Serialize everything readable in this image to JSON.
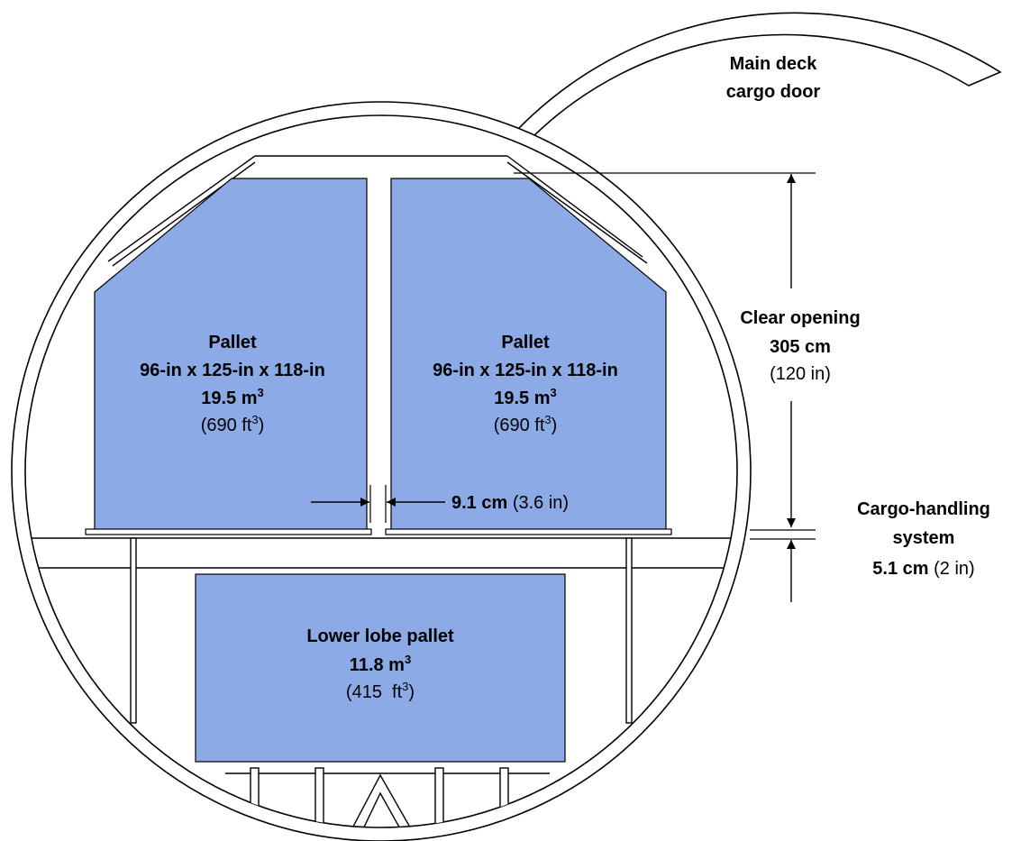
{
  "colors": {
    "pallet_fill": "#8cabe6",
    "stroke": "#000000",
    "background": "#ffffff"
  },
  "labels": {
    "door_line1": "Main deck",
    "door_line2": "cargo door",
    "clear_line1": "Clear opening",
    "clear_value": "305 cm",
    "clear_imperial": "(120 in)",
    "chs_line1": "Cargo-handling",
    "chs_line2": "system",
    "chs_value": "5.1 cm",
    "chs_imperial": " (2 in)",
    "gap_value": "9.1 cm",
    "gap_imperial": " (3.6 in)"
  },
  "pallets": [
    {
      "title": "Pallet",
      "dims": "96-in x 125-in x 118-in",
      "volume_metric": "19.5 m",
      "volume_imperial_pre": "(690 ft",
      "volume_imperial_post": ")",
      "sup": "3"
    },
    {
      "title": "Pallet",
      "dims": "96-in x 125-in x 118-in",
      "volume_metric": "19.5 m",
      "volume_imperial_pre": "(690 ft",
      "volume_imperial_post": ")",
      "sup": "3"
    }
  ],
  "lower": {
    "title": "Lower lobe pallet",
    "volume_metric": "11.8 m",
    "volume_imperial_pre": "(415  ft",
    "volume_imperial_post": ")",
    "sup": "3"
  }
}
